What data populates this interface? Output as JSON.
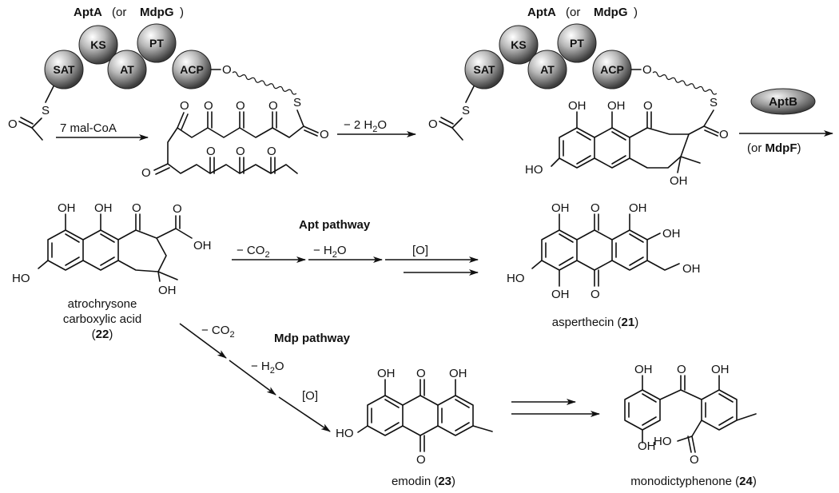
{
  "enzyme_top_left": {
    "name": "AptA",
    "alt_prefix": "(or ",
    "alt": "MdpG",
    "alt_suffix": ")"
  },
  "enzyme_top_right": {
    "name": "AptA",
    "alt_prefix": "(or ",
    "alt": "MdpG",
    "alt_suffix": ")"
  },
  "domains": [
    "SAT",
    "KS",
    "AT",
    "PT",
    "ACP"
  ],
  "atoms": {
    "O": "O",
    "S": "S",
    "OH": "OH",
    "HO": "HO"
  },
  "steps": {
    "malonyl": "7 mal-CoA",
    "dehydration_2": "− 2 H",
    "dehydration_2_sub": "2",
    "dehydration_2_tail": "O",
    "decarboxylation": "− CO",
    "decarboxylation_sub": "2",
    "dehydration": "− H",
    "dehydration_sub": "2",
    "dehydration_tail": "O",
    "oxidation": "[O]"
  },
  "thioesterase": {
    "name": "AptB",
    "alt_prefix": "(or ",
    "alt": "MdpF",
    "alt_suffix": ")"
  },
  "pathways": {
    "apt": "Apt pathway",
    "mdp": "Mdp pathway"
  },
  "compounds": {
    "c22_line1": "atrochrysone",
    "c22_line2": "carboxylic acid",
    "c22_num": "22",
    "c21_name": "asperthecin",
    "c21_num": "21",
    "c23_name": "emodin",
    "c23_num": "23",
    "c24_name": "monodictyphenone",
    "c24_num": "24"
  }
}
